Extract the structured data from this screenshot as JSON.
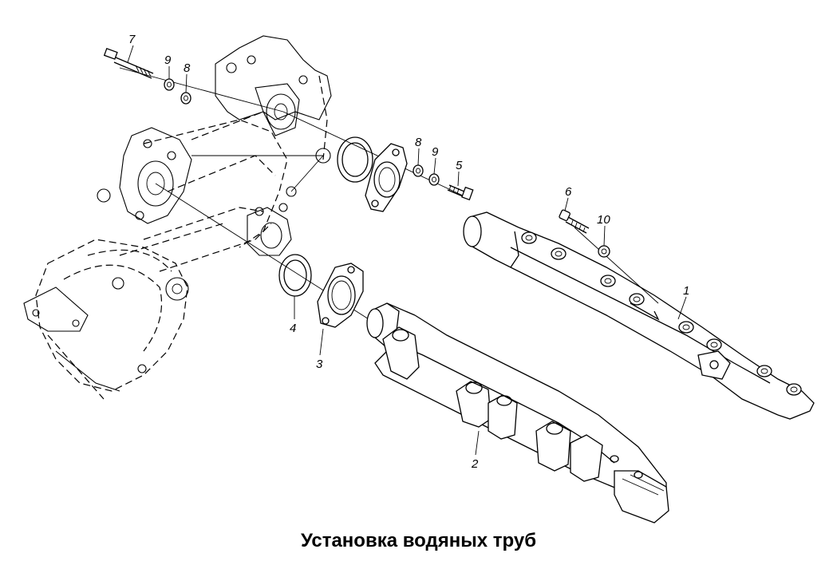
{
  "caption": "Установка водяных труб",
  "callouts": [
    {
      "id": "c7",
      "text": "7"
    },
    {
      "id": "c9a",
      "text": "9"
    },
    {
      "id": "c8a",
      "text": "8"
    },
    {
      "id": "c8b",
      "text": "8"
    },
    {
      "id": "c9b",
      "text": "9"
    },
    {
      "id": "c5",
      "text": "5"
    },
    {
      "id": "c6",
      "text": "6"
    },
    {
      "id": "c10",
      "text": "10"
    },
    {
      "id": "c1",
      "text": "1"
    },
    {
      "id": "c4",
      "text": "4"
    },
    {
      "id": "c3",
      "text": "3"
    },
    {
      "id": "c2",
      "text": "2"
    }
  ]
}
